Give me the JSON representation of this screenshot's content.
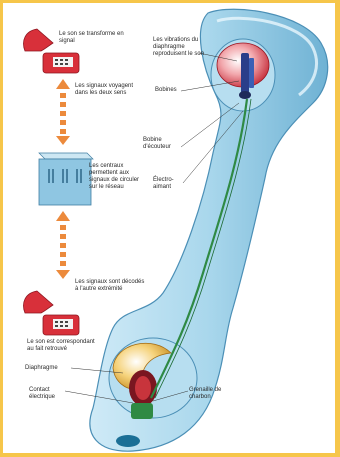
{
  "colors": {
    "background": "#f6c64a",
    "phone_red": "#d8303a",
    "arrow_orange": "#ec8a3c",
    "handset_blue": "#a9d7ec",
    "wire_green": "#2f8a44"
  },
  "icons": {
    "phone_top": "telephone-icon",
    "exchange": "exchange-cabinet-icon",
    "phone_bottom": "telephone-icon"
  },
  "left_column": {
    "phone_top_caption": "Le son se transforme en signal",
    "signals_caption": "Les signaux voyagent dans les deux sens",
    "exchange_caption": "Les centraux permettent aux signaux de circuler sur le réseau",
    "signals_decoded_caption": "Les signaux sont décodés à l'autre extrémité",
    "phone_bottom_caption": "Le son est correspondant au fait retrouvé"
  },
  "handset": {
    "vibrations": "Les vibrations du diaphragme reproduisent le son",
    "bobines": "Bobines",
    "ecouteur": "Bobine d'écouteur",
    "electro_aimant": "Électro-aimant",
    "diaphragme": "Diaphragme",
    "contact": "Contact électrique",
    "grenaille": "Grenaille de charbon"
  }
}
